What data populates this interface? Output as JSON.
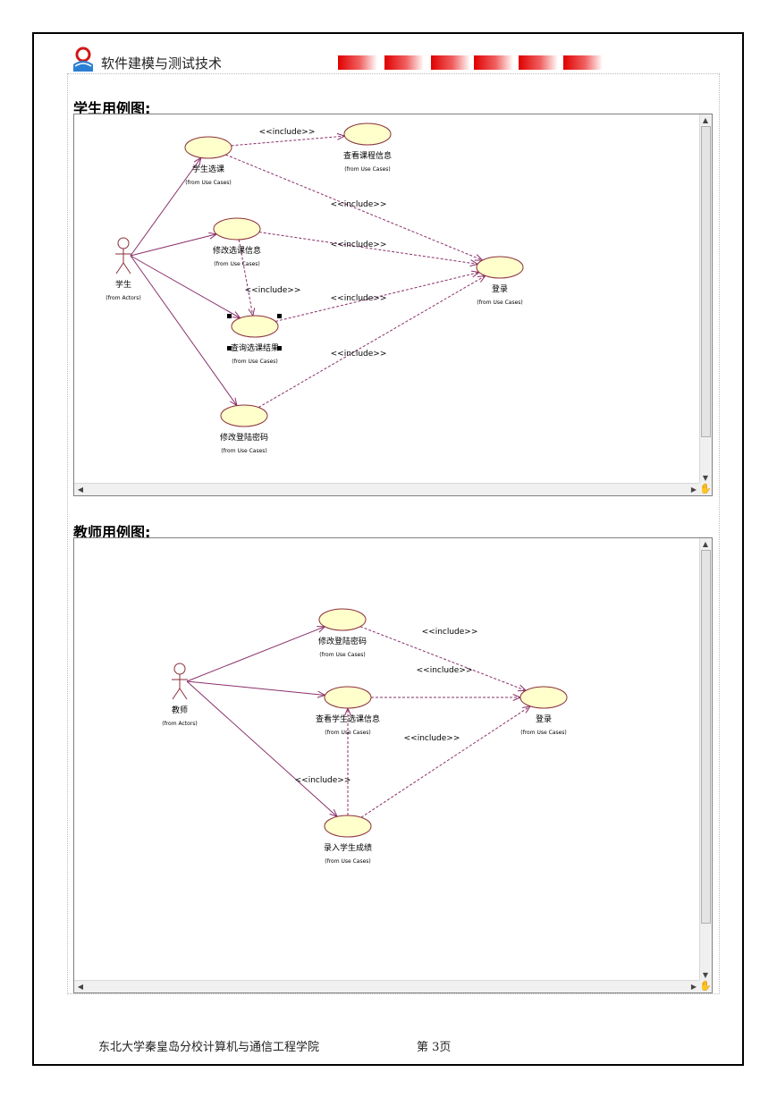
{
  "header": {
    "title": "软件建模与测试技术",
    "accent_color": "#e00000"
  },
  "footer": {
    "institution": "东北大学秦皇岛分校计算机与通信工程学院",
    "page": "第 3页"
  },
  "diagrams": [
    {
      "heading": "学生用例图:",
      "actor": {
        "name": "学生",
        "from": "(from Actors)"
      },
      "use_cases": [
        {
          "id": "uc1",
          "name": "学生选课",
          "from": "(from Use Cases)"
        },
        {
          "id": "uc2",
          "name": "查看课程信息",
          "from": "(from Use Cases)"
        },
        {
          "id": "uc3",
          "name": "修改选课信息",
          "from": "(from Use Cases)"
        },
        {
          "id": "uc4",
          "name": "查询选课结果",
          "from": "(from Use Cases)"
        },
        {
          "id": "uc5",
          "name": "修改登陆密码",
          "from": "(from Use Cases)"
        },
        {
          "id": "uc6",
          "name": "登录",
          "from": "(from Use Cases)"
        }
      ],
      "associations": [
        {
          "from": "actor",
          "to": "uc1"
        },
        {
          "from": "actor",
          "to": "uc3"
        },
        {
          "from": "actor",
          "to": "uc4"
        },
        {
          "from": "actor",
          "to": "uc5"
        }
      ],
      "includes": [
        {
          "from": "uc1",
          "to": "uc2",
          "label": "<<include>>"
        },
        {
          "from": "uc1",
          "to": "uc6",
          "label": "<<include>>"
        },
        {
          "from": "uc3",
          "to": "uc6",
          "label": "<<include>>"
        },
        {
          "from": "uc3",
          "to": "uc4",
          "label": "<<include>>"
        },
        {
          "from": "uc4",
          "to": "uc6",
          "label": "<<include>>"
        },
        {
          "from": "uc5",
          "to": "uc6",
          "label": "<<include>>"
        }
      ]
    },
    {
      "heading": "教师用例图:",
      "actor": {
        "name": "教师",
        "from": "(from Actors)"
      },
      "use_cases": [
        {
          "id": "uc1",
          "name": "修改登陆密码",
          "from": "(from Use Cases)"
        },
        {
          "id": "uc2",
          "name": "查看学生选课信息",
          "from": "(from Use Cases)"
        },
        {
          "id": "uc3",
          "name": "录入学生成绩",
          "from": "(from Use Cases)"
        },
        {
          "id": "uc4",
          "name": "登录",
          "from": "(from Use Cases)"
        }
      ],
      "associations": [
        {
          "from": "actor",
          "to": "uc1"
        },
        {
          "from": "actor",
          "to": "uc2"
        },
        {
          "from": "actor",
          "to": "uc3"
        }
      ],
      "includes": [
        {
          "from": "uc1",
          "to": "uc4",
          "label": "<<include>>"
        },
        {
          "from": "uc2",
          "to": "uc4",
          "label": "<<include>>"
        },
        {
          "from": "uc3",
          "to": "uc4",
          "label": "<<include>>"
        },
        {
          "from": "uc3",
          "to": "uc2",
          "label": "<<include>>"
        }
      ]
    }
  ]
}
